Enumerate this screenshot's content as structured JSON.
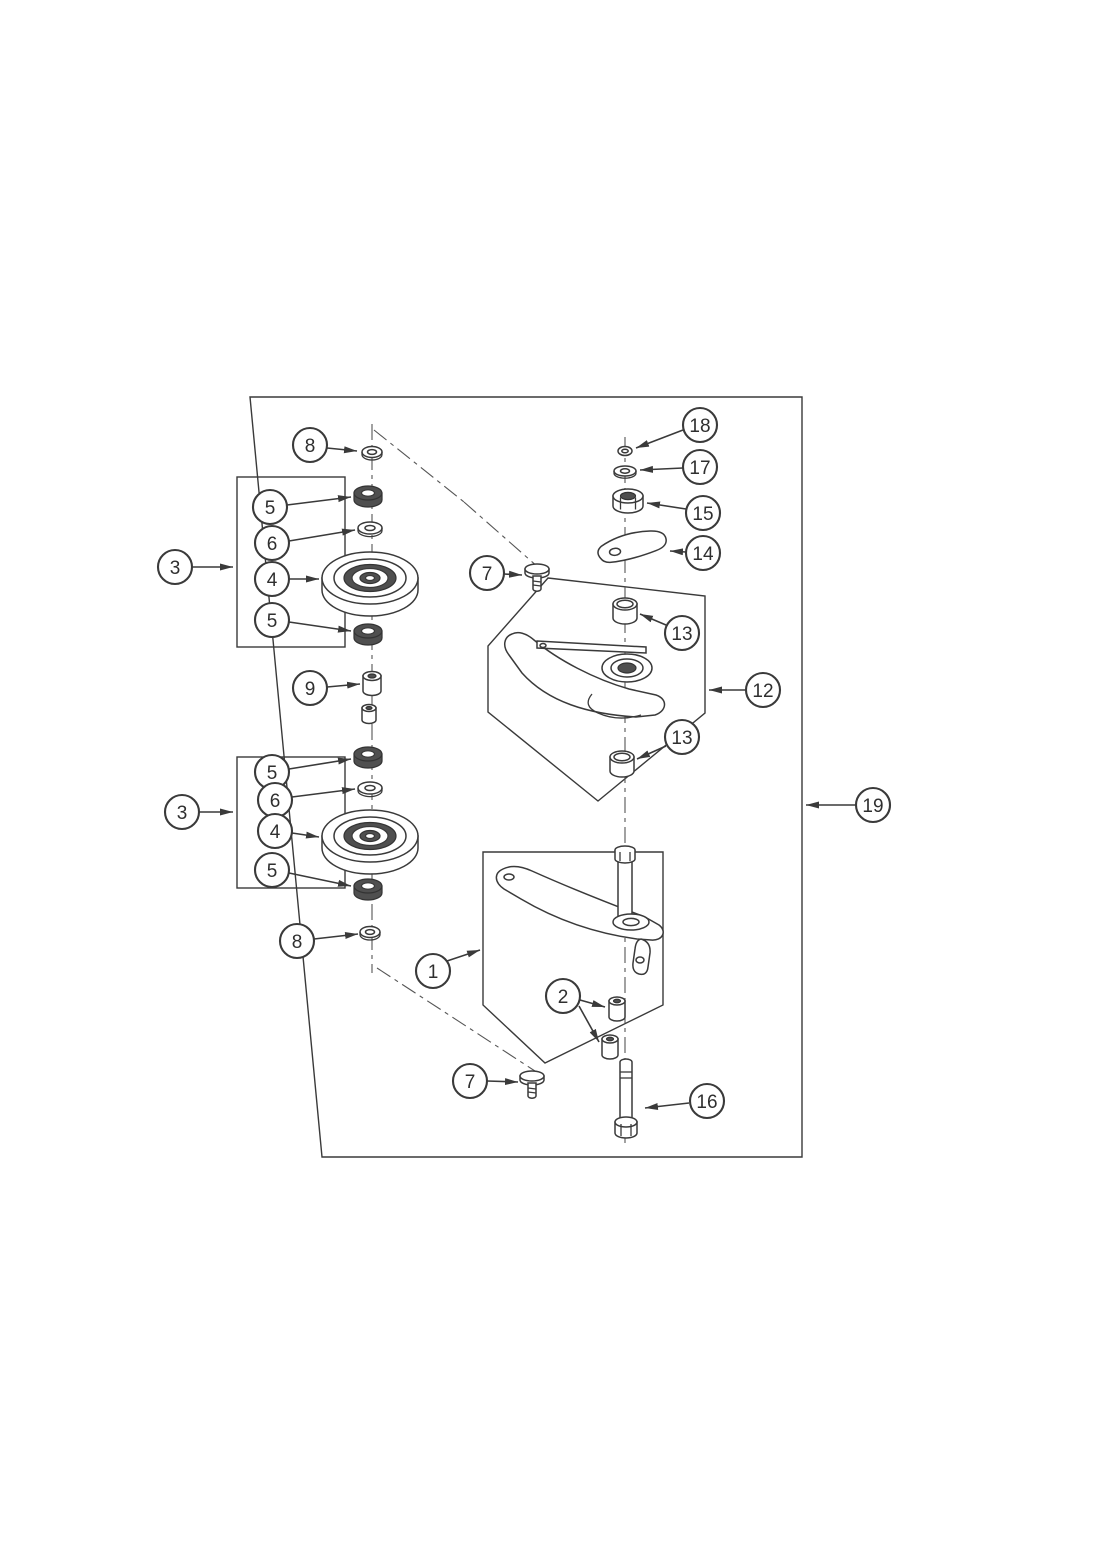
{
  "figure": {
    "type": "exploded-parts-diagram",
    "colors": {
      "line": "#3a3a3a",
      "background": "#ffffff",
      "shade": "#4f4f4f"
    },
    "callouts": {
      "a8_top": "8",
      "a18": "18",
      "a17": "17",
      "a15": "15",
      "a14": "14",
      "a5_1": "5",
      "a6_1": "6",
      "a3_1": "3",
      "a4_1": "4",
      "a7_1": "7",
      "a5_2": "5",
      "a13_1": "13",
      "a9": "9",
      "a12": "12",
      "a5_3": "5",
      "a6_2": "6",
      "a3_2": "3",
      "a13_2": "13",
      "a4_2": "4",
      "a19": "19",
      "a5_4": "5",
      "a8_2": "8",
      "a1": "1",
      "a2": "2",
      "a7_2": "7",
      "a16": "16"
    }
  }
}
